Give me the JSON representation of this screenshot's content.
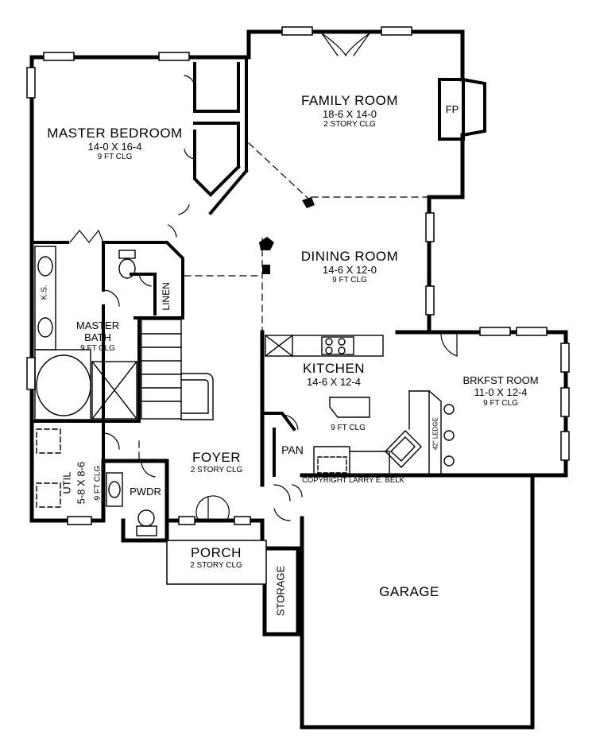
{
  "rooms": {
    "family": {
      "name": "FAMILY ROOM",
      "dims": "18-6 X 14-0",
      "ceiling": "2 STORY CLG"
    },
    "fireplace": {
      "name": "FP"
    },
    "master_bedroom": {
      "name": "MASTER BEDROOM",
      "dims": "14-0 X 16-4",
      "ceiling": "9 FT CLG"
    },
    "dining": {
      "name": "DINING ROOM",
      "dims": "14-6 X 12-0",
      "ceiling": "9 FT CLG"
    },
    "master_bath": {
      "name_line1": "MASTER",
      "name_line2": "BATH",
      "ceiling": "9 FT CLG"
    },
    "linen": {
      "name": "LINEN"
    },
    "ks": {
      "name": "K.S."
    },
    "kitchen": {
      "name": "KITCHEN",
      "dims": "14-6 X 12-4",
      "ceiling": "9 FT CLG"
    },
    "breakfast": {
      "name": "BRKFST ROOM",
      "dims": "11-0 X 12-4",
      "ceiling": "9 FT CLG"
    },
    "ledge": {
      "name": "42\" LEDGE"
    },
    "pantry": {
      "name": "PAN"
    },
    "util": {
      "name": "UTIL",
      "dims": "5-8 X 8-6",
      "ceiling": "9 FT CLG"
    },
    "foyer": {
      "name": "FOYER",
      "ceiling": "2 STORY CLG"
    },
    "powder": {
      "name": "PWDR"
    },
    "porch": {
      "name": "PORCH",
      "ceiling": "2 STORY CLG"
    },
    "storage": {
      "name": "STORAGE"
    },
    "garage": {
      "name": "GARAGE"
    }
  },
  "copyright": "COPYRIGHT LARRY E. BELK"
}
